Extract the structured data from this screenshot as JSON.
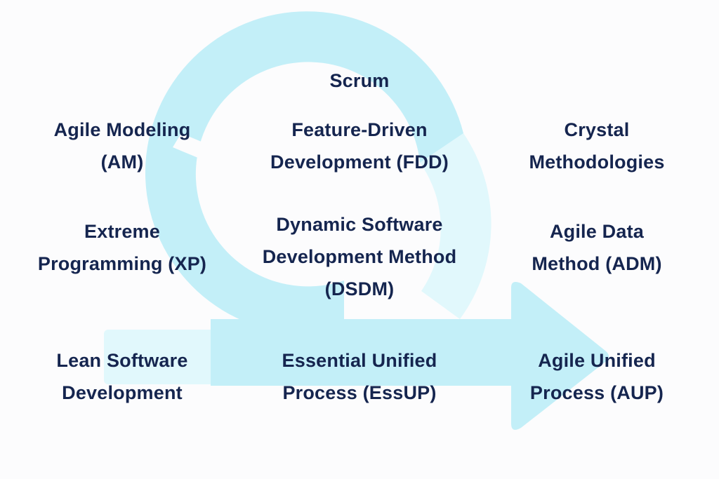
{
  "diagram": {
    "colors": {
      "arrow_light": "#c3eff8",
      "arrow_lighter": "#e1f8fc",
      "text": "#15254f",
      "background": "#fcfcfd"
    },
    "labels": {
      "scrum": [
        "Scrum"
      ],
      "agile_modeling": [
        "Agile Modeling",
        "(AM)"
      ],
      "fdd": [
        "Feature-Driven",
        "Development (FDD)"
      ],
      "crystal": [
        "Crystal",
        "Methodologies"
      ],
      "xp": [
        "Extreme",
        "Programming (XP)"
      ],
      "dsdm": [
        "Dynamic Software",
        "Development Method",
        "(DSDM)"
      ],
      "adm": [
        "Agile Data",
        "Method (ADM)"
      ],
      "lean": [
        "Lean Software",
        "Development"
      ],
      "essup": [
        "Essential Unified",
        "Process (EssUP)"
      ],
      "aup": [
        "Agile Unified",
        "Process (AUP)"
      ]
    }
  }
}
